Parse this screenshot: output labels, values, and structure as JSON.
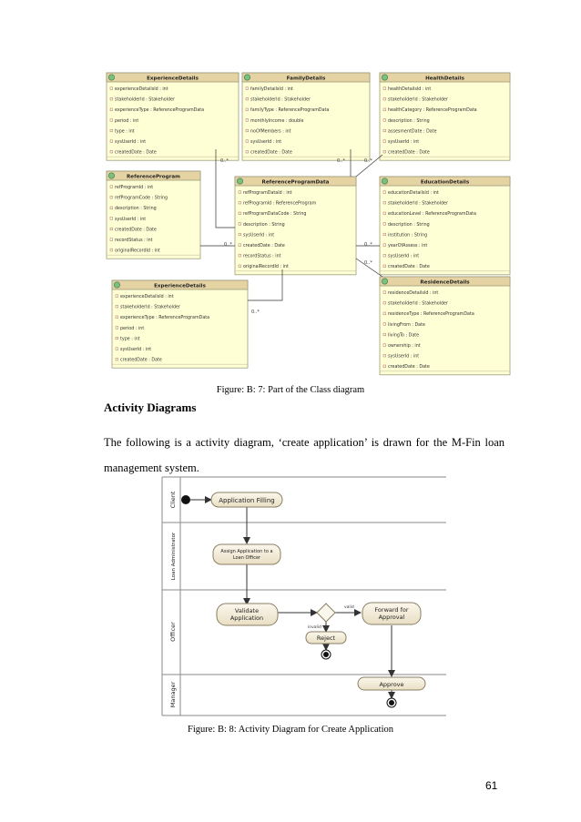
{
  "class_diagram": {
    "classes": [
      {
        "name": "ExperienceDetails",
        "attrs": [
          "experienceDetailsId : int",
          "stakeholderId : Stakeholder",
          "experienceType : ReferenceProgramData",
          "period : int",
          "type : int",
          "sysUserId : int",
          "createdDate : Date"
        ]
      },
      {
        "name": "FamilyDetails",
        "attrs": [
          "familyDetailsId : int",
          "stakeholderId : Stakeholder",
          "familyType : ReferenceProgramData",
          "monthlyIncome : double",
          "noOfMembers : int",
          "sysUserId : int",
          "createdDate : Date"
        ]
      },
      {
        "name": "HealthDetails",
        "attrs": [
          "healthDetailsId : int",
          "stakeholderId : Stakeholder",
          "healthCategory : ReferenceProgramData",
          "description : String",
          "assesmentDate : Date",
          "sysUserId : int",
          "createdDate : Date"
        ]
      },
      {
        "name": "ReferenceProgram",
        "attrs": [
          "refProgramId : int",
          "refProgramCode : String",
          "description : String",
          "sysUserId : int",
          "createdDate : Date",
          "recordStatus : int",
          "originalRecordId : int"
        ]
      },
      {
        "name": "ReferenceProgramData",
        "attrs": [
          "refProgramDataId : int",
          "refProgramId : ReferenceProgram",
          "refProgramDataCode : String",
          "description : String",
          "sysUserId : int",
          "createdDate : Date",
          "recordStatus : int",
          "originalRecordId : int"
        ]
      },
      {
        "name": "EducationDetails",
        "attrs": [
          "educationDetailsId : int",
          "stakeholderId : Stakeholder",
          "educationLevel : ReferenceProgramData",
          "description : String",
          "institution : String",
          "yearOfAssess : int",
          "sysUserId : int",
          "createdDate : Date"
        ]
      },
      {
        "name": "ExperienceDetails",
        "attrs": [
          "experienceDetailsId : int",
          "stakeholderId : Stakeholder",
          "experienceType : ReferenceProgramData",
          "period : int",
          "type : int",
          "sysUserId : int",
          "createdDate : Date"
        ]
      },
      {
        "name": "ResidenceDetails",
        "attrs": [
          "residenceDetailsId : int",
          "stakeholderId : Stakeholder",
          "residenceType : ReferenceProgramData",
          "livingFrom : Date",
          "livingTo : Date",
          "ownership : int",
          "sysUserId : int",
          "createdDate : Date"
        ]
      }
    ],
    "multiplicity": "0..*"
  },
  "figure1_caption": "Figure: B: 7: Part of the Class diagram",
  "section_heading": "Activity Diagrams",
  "paragraph": "The following is a activity diagram, ‘create application’ is drawn for the M-Fin loan management system.",
  "activity_diagram": {
    "lanes": [
      "Client",
      "Loan Administrator",
      "Officer",
      "Manager"
    ],
    "actions": {
      "filling": "Application Filling",
      "assign_line1": "Assign Application to a",
      "assign_line2": "Loan Officer",
      "validate_line1": "Validate",
      "validate_line2": "Application",
      "forward_line1": "Forward for",
      "forward_line2": "Approval",
      "reject": "Reject",
      "approve": "Approve"
    },
    "guards": {
      "valid": "valid",
      "invalid": "invalid"
    }
  },
  "figure2_caption": "Figure: B: 8: Activity Diagram for Create Application",
  "page_number": "61"
}
